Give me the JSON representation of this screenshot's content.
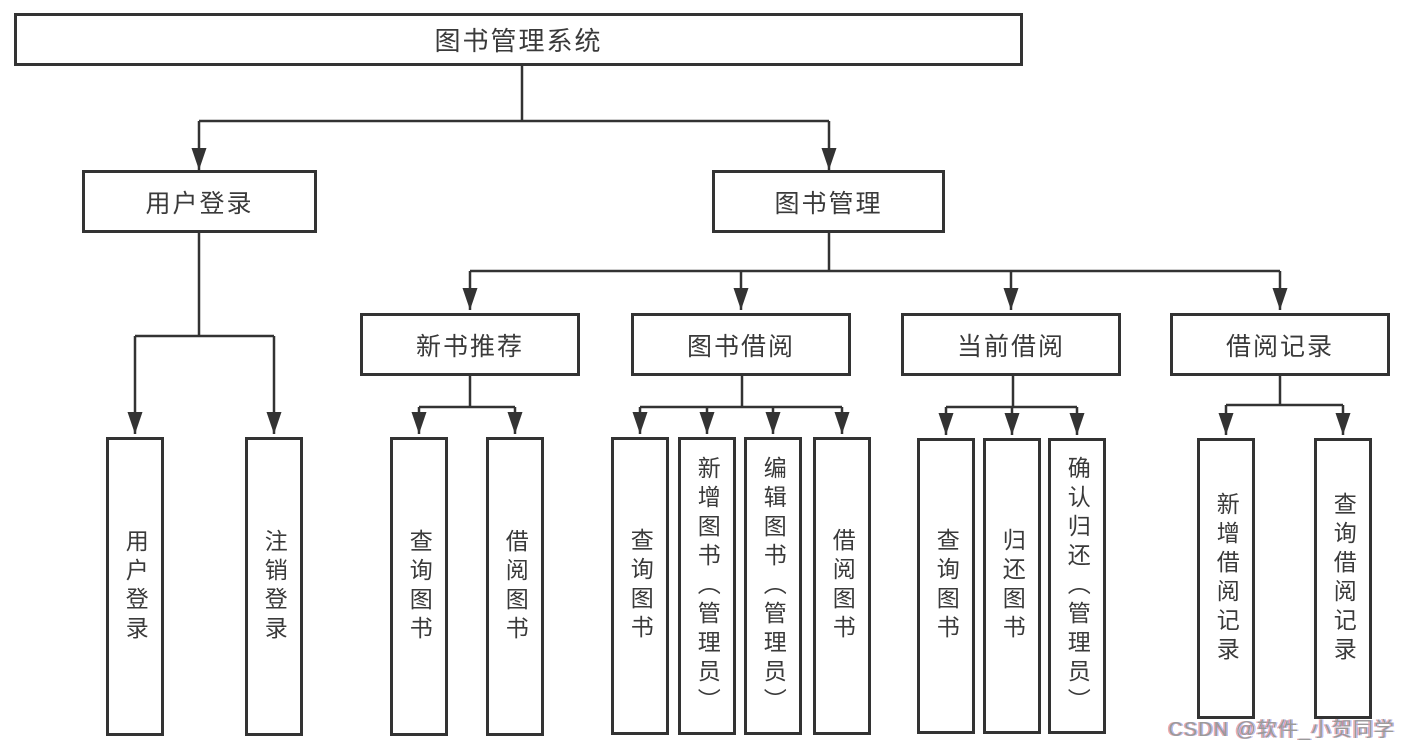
{
  "diagram_type": "hierarchy-tree",
  "tree": {
    "root": "图书管理系统",
    "branches": [
      {
        "label": "用户登录",
        "leaves": [
          "用户登录",
          "注销登录"
        ]
      },
      {
        "label": "图书管理",
        "sections": [
          {
            "label": "新书推荐",
            "leaves": [
              "查询图书",
              "借阅图书"
            ]
          },
          {
            "label": "图书借阅",
            "leaves": [
              "查询图书",
              "新增图书（管理员）",
              "编辑图书（管理员）",
              "借阅图书"
            ]
          },
          {
            "label": "当前借阅",
            "leaves": [
              "查询图书",
              "归还图书",
              "确认归还（管理员）"
            ]
          },
          {
            "label": "借阅记录",
            "leaves": [
              "新增借阅记录",
              "查询借阅记录"
            ]
          }
        ]
      }
    ]
  },
  "watermark": "CSDN @软件_小贺同学",
  "colors": {
    "line": "#333333",
    "box_border": "#333333",
    "text": "#3a3a3a",
    "canvas": "#ffffff",
    "watermark_text": "#9a9a9a"
  }
}
